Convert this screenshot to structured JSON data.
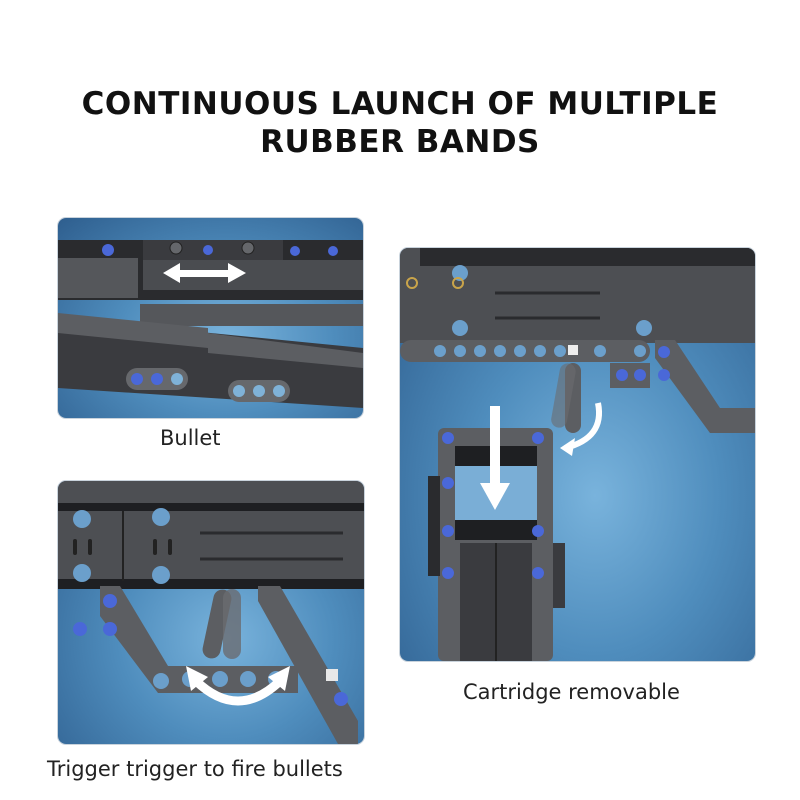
{
  "title": {
    "line1": "CONTINUOUS LAUNCH OF MULTIPLE",
    "line2": "RUBBER BANDS"
  },
  "panels": [
    {
      "id": "bullet",
      "caption": "Bullet",
      "icon": "double-arrow-horizontal-icon"
    },
    {
      "id": "trigger",
      "caption": "Trigger trigger to fire bullets",
      "icon": "curved-double-arrow-icon"
    },
    {
      "id": "cartridge",
      "caption": "Cartridge removable",
      "icon": "down-arrow-icon"
    }
  ],
  "colors": {
    "background_blue": "#4f8dbd",
    "part_gray": "#5a5c60",
    "part_dark": "#2a2b2e",
    "pin_blue": "#3d4fc4",
    "arrow_white": "#ffffff"
  }
}
